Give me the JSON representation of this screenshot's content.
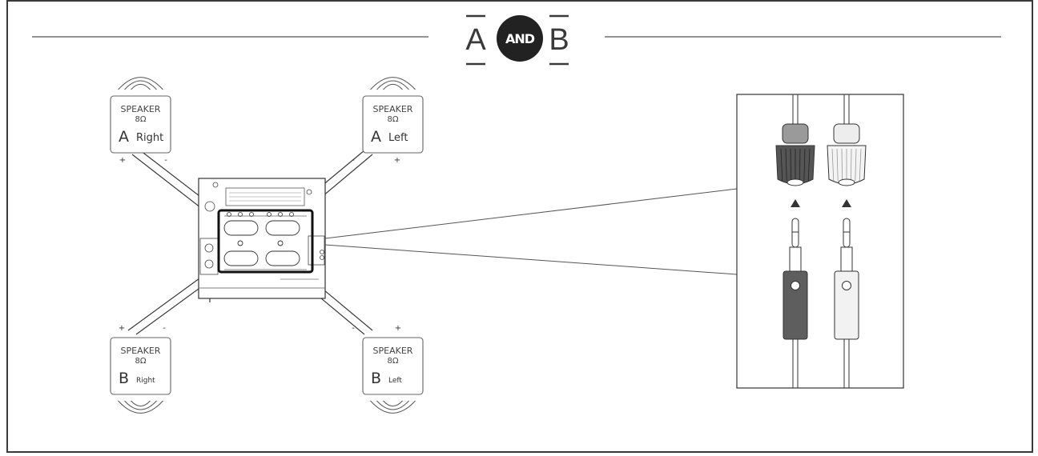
{
  "header": {
    "letter_a": "A",
    "and_label": "AND",
    "letter_b": "B"
  },
  "speakers": [
    {
      "id": "a-right",
      "title": "SPEAKER",
      "ohm": "8Ω",
      "letter": "A",
      "side": "Right",
      "plus": "+",
      "minus": "-"
    },
    {
      "id": "a-left",
      "title": "SPEAKER",
      "ohm": "8Ω",
      "letter": "A",
      "side": "Left",
      "plus": "+",
      "minus": "-"
    },
    {
      "id": "b-right",
      "title": "SPEAKER",
      "ohm": "8Ω",
      "letter": "B",
      "side": "Right",
      "plus": "+",
      "minus": "-"
    },
    {
      "id": "b-left",
      "title": "SPEAKER",
      "ohm": "8Ω",
      "letter": "B",
      "side": "Left",
      "plus": "+",
      "minus": "-"
    }
  ],
  "colors": {
    "line": "#3a3a3a",
    "connector_dark": "#5e5e5e",
    "connector_light": "#f2f2f2"
  }
}
